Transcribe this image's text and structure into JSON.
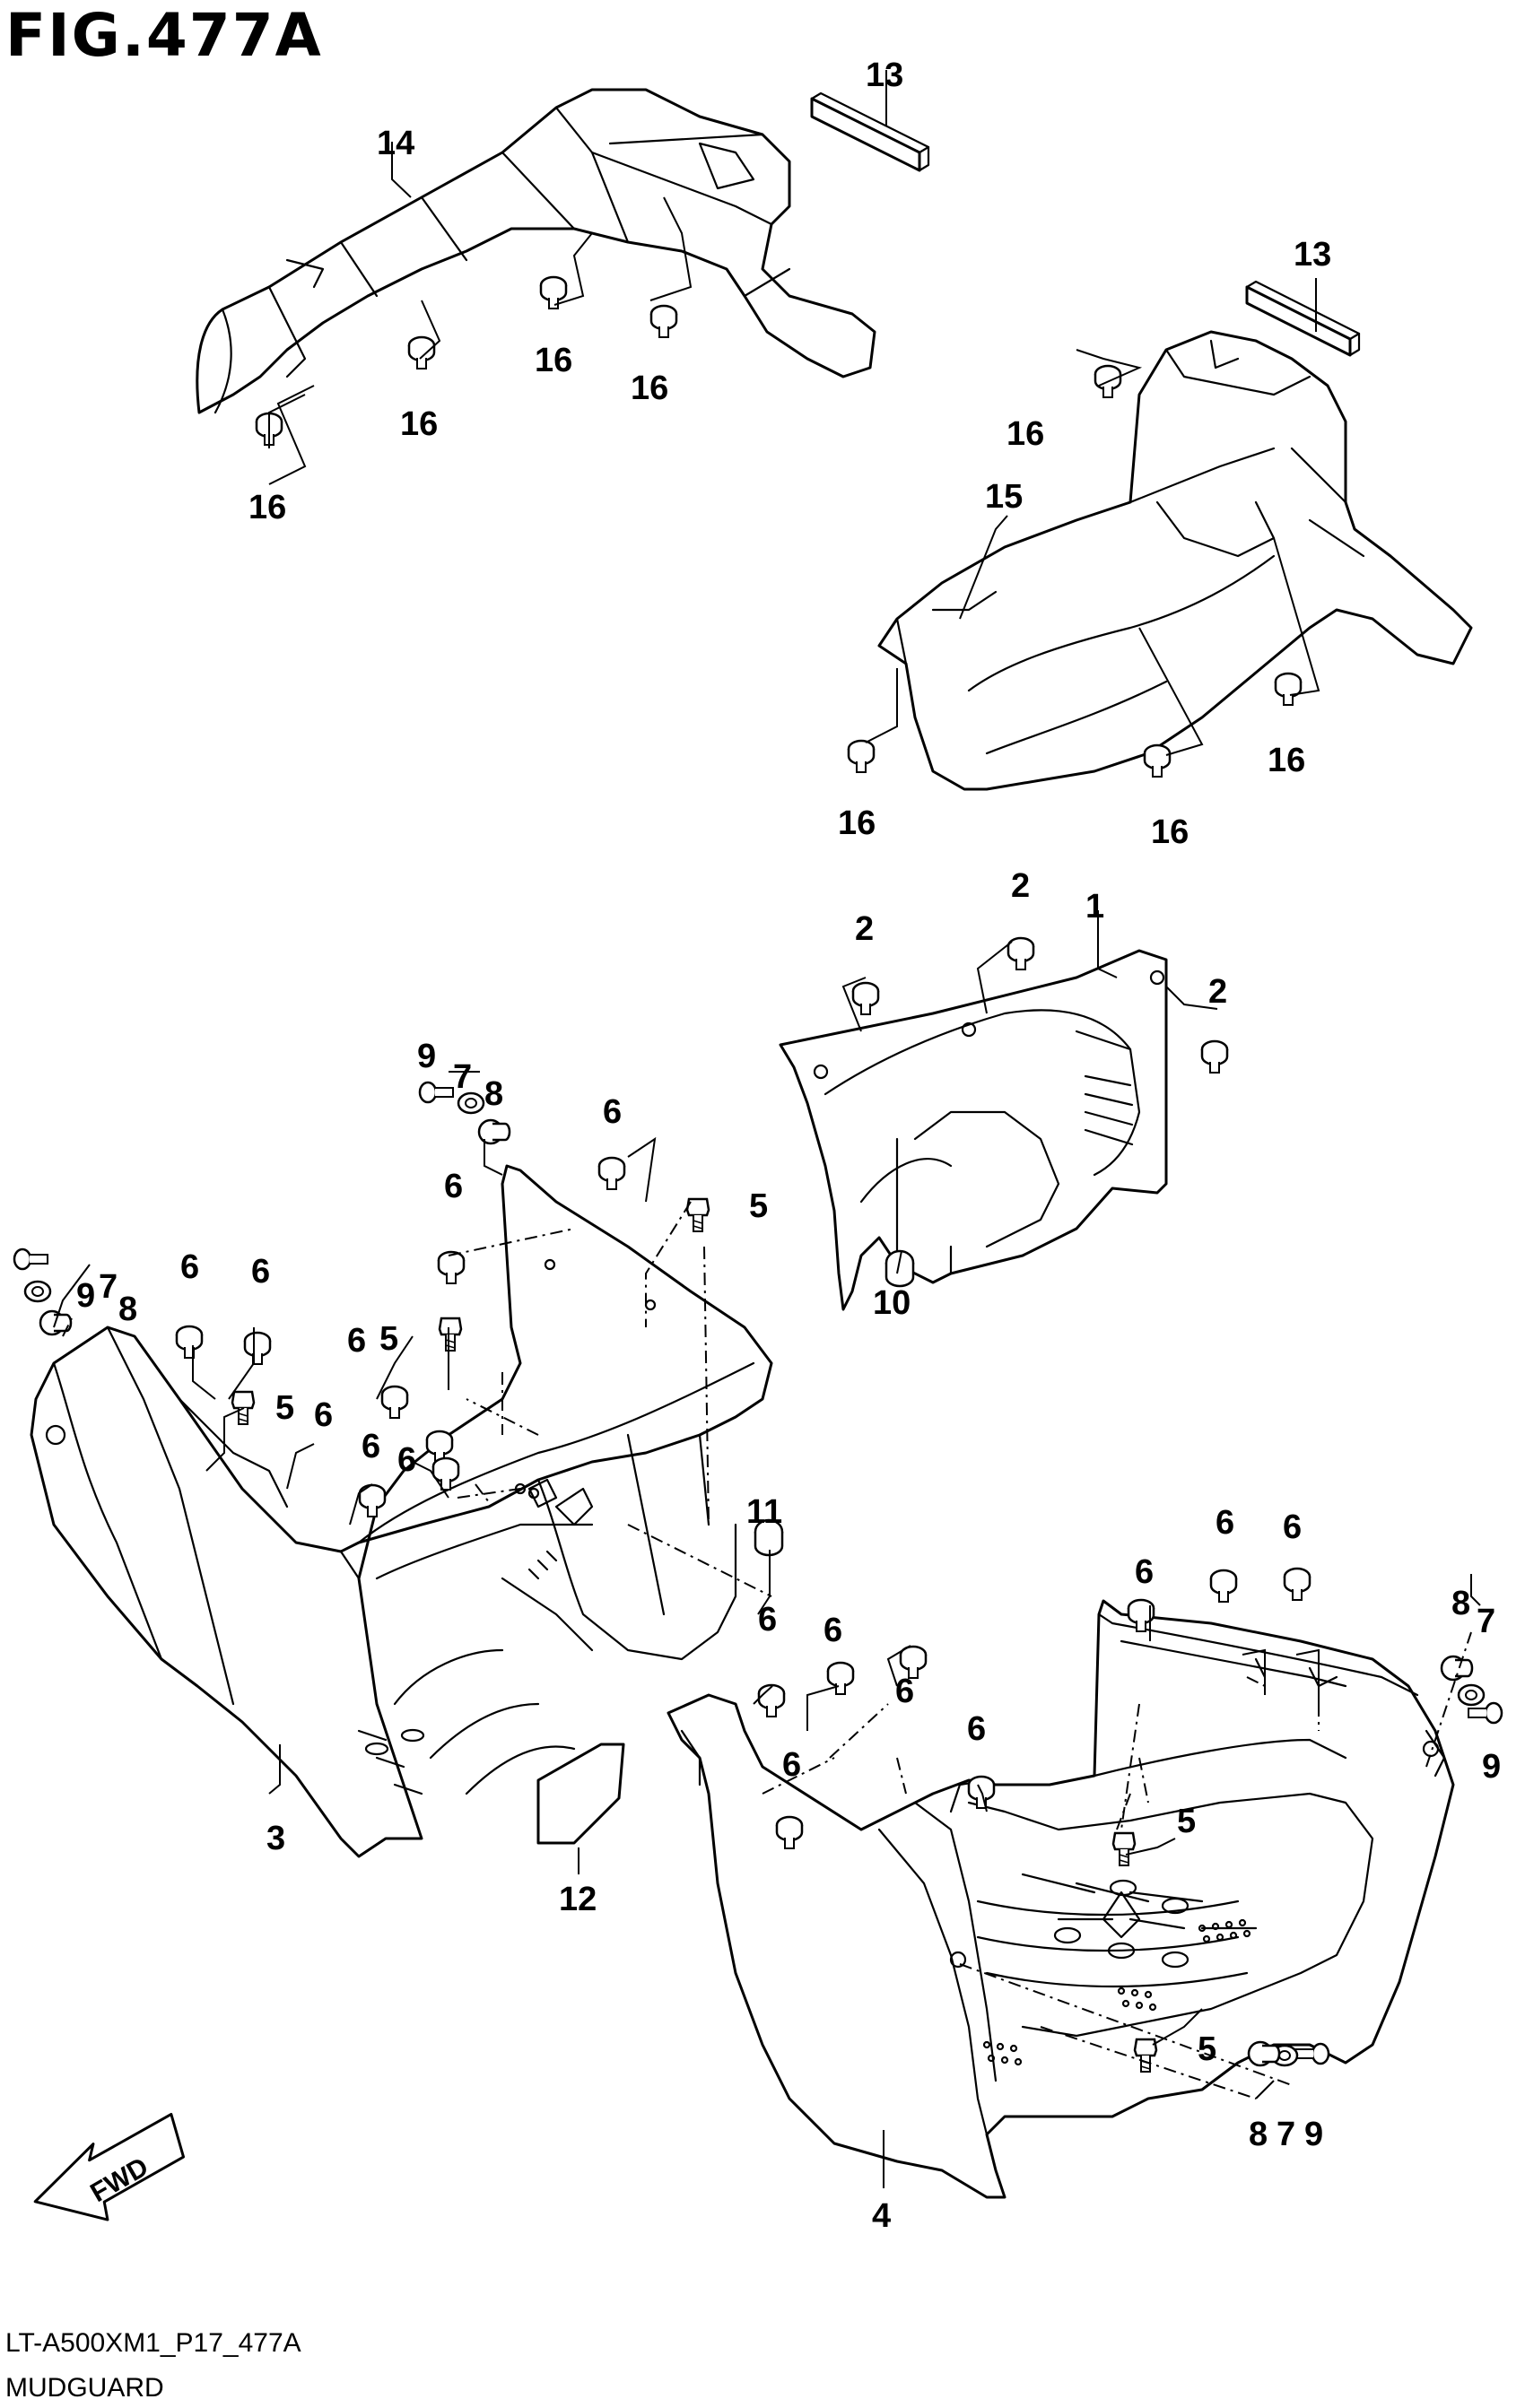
{
  "figure": {
    "title": "FIG.477A",
    "drawing_code": "LT-A500XM1_P17_477A",
    "section_name": "MUDGUARD",
    "fwd_label": "FWD"
  },
  "callouts": [
    {
      "id": "c14",
      "label": "14"
    },
    {
      "id": "c13a",
      "label": "13"
    },
    {
      "id": "c13b",
      "label": "13"
    },
    {
      "id": "c16a",
      "label": "16"
    },
    {
      "id": "c16b",
      "label": "16"
    },
    {
      "id": "c16c",
      "label": "16"
    },
    {
      "id": "c16d",
      "label": "16"
    },
    {
      "id": "c16e",
      "label": "16"
    },
    {
      "id": "c15",
      "label": "15"
    },
    {
      "id": "c16f",
      "label": "16"
    },
    {
      "id": "c16g",
      "label": "16"
    },
    {
      "id": "c16h",
      "label": "16"
    },
    {
      "id": "c1",
      "label": "1"
    },
    {
      "id": "c2a",
      "label": "2"
    },
    {
      "id": "c2b",
      "label": "2"
    },
    {
      "id": "c2c",
      "label": "2"
    },
    {
      "id": "c10",
      "label": "10"
    },
    {
      "id": "c9a",
      "label": "9"
    },
    {
      "id": "c7a",
      "label": "7"
    },
    {
      "id": "c8a",
      "label": "8"
    },
    {
      "id": "c6a",
      "label": "6"
    },
    {
      "id": "c6b",
      "label": "6"
    },
    {
      "id": "c5a",
      "label": "5"
    },
    {
      "id": "c9b",
      "label": "9"
    },
    {
      "id": "c7b",
      "label": "7"
    },
    {
      "id": "c8b",
      "label": "8"
    },
    {
      "id": "c6c",
      "label": "6"
    },
    {
      "id": "c6d",
      "label": "6"
    },
    {
      "id": "c6e",
      "label": "6"
    },
    {
      "id": "c5b",
      "label": "5"
    },
    {
      "id": "c5c",
      "label": "5"
    },
    {
      "id": "c6f",
      "label": "6"
    },
    {
      "id": "c6g",
      "label": "6"
    },
    {
      "id": "c6h",
      "label": "6"
    },
    {
      "id": "c11",
      "label": "11"
    },
    {
      "id": "c3",
      "label": "3"
    },
    {
      "id": "c12",
      "label": "12"
    },
    {
      "id": "c6i",
      "label": "6"
    },
    {
      "id": "c6j",
      "label": "6"
    },
    {
      "id": "c6k",
      "label": "6"
    },
    {
      "id": "c6l",
      "label": "6"
    },
    {
      "id": "c6m",
      "label": "6"
    },
    {
      "id": "c6n",
      "label": "6"
    },
    {
      "id": "c6o",
      "label": "6"
    },
    {
      "id": "c6p",
      "label": "6"
    },
    {
      "id": "c8c",
      "label": "8"
    },
    {
      "id": "c7c",
      "label": "7"
    },
    {
      "id": "c9c",
      "label": "9"
    },
    {
      "id": "c5d",
      "label": "5"
    },
    {
      "id": "c5e",
      "label": "5"
    },
    {
      "id": "c8d",
      "label": "8"
    },
    {
      "id": "c7d",
      "label": "7"
    },
    {
      "id": "c9d",
      "label": "9"
    },
    {
      "id": "c4",
      "label": "4"
    }
  ]
}
